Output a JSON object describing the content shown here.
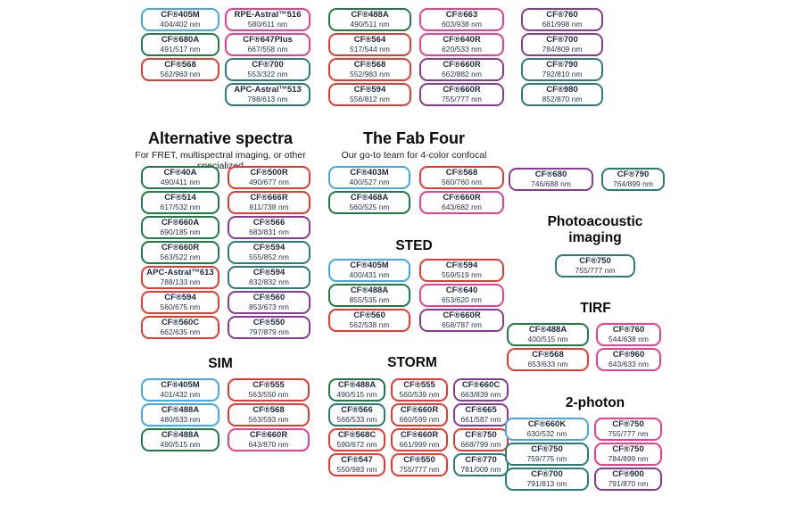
{
  "colors": {
    "blue": "#44a9e0",
    "green": "#1e7b46",
    "teal": "#2a7d74",
    "red": "#e63a30",
    "pink": "#ec3d8f",
    "purple": "#8a3a96"
  },
  "headings": [
    {
      "id": "alternative-spectra",
      "css": "h-alt",
      "size": "lg",
      "title": "Alternative spectra",
      "subtitle": "For FRET, multispectral imaging, or other specialized"
    },
    {
      "id": "fab-four",
      "css": "h-fab",
      "size": "lg",
      "title": "The Fab Four",
      "subtitle": "Our go-to team for 4-color confocal"
    },
    {
      "id": "sted",
      "css": "h-sted",
      "size": "md",
      "title": "STED"
    },
    {
      "id": "photoacoustic-imaging",
      "css": "h-pa",
      "size": "md",
      "title": "Photoacoustic imaging"
    },
    {
      "id": "tirf",
      "css": "h-tirf",
      "size": "md",
      "title": "TIRF"
    },
    {
      "id": "sim",
      "css": "h-sim",
      "size": "md",
      "title": "SIM"
    },
    {
      "id": "storm",
      "css": "h-storm",
      "size": "md",
      "title": "STORM"
    },
    {
      "id": "two-photon",
      "css": "h-2p",
      "size": "md",
      "title": "2-photon"
    }
  ],
  "groups": [
    {
      "id": "top-col-1",
      "css": "g-top1",
      "boxes": [
        {
          "name": "CF®405M",
          "value": "404/402 nm",
          "color": "blue"
        },
        {
          "name": "CF®680A",
          "value": "491/517 nm",
          "color": "green"
        },
        {
          "name": "CF®568",
          "value": "562/963 nm",
          "color": "red"
        }
      ]
    },
    {
      "id": "top-col-2",
      "css": "g-top2",
      "boxes": [
        {
          "name": "RPE-Astral™516",
          "value": "580/611 nm",
          "color": "pink"
        },
        {
          "name": "CF®647Plus",
          "value": "667/558 nm",
          "color": "pink"
        },
        {
          "name": "CF®700",
          "value": "553/322 nm",
          "color": "teal"
        },
        {
          "name": "APC-Astral™513",
          "value": "788/613 nm",
          "color": "teal"
        }
      ]
    },
    {
      "id": "top-col-3",
      "css": "g-top3",
      "boxes": [
        {
          "name": "CF®488A",
          "value": "490/511 nm",
          "color": "green"
        },
        {
          "name": "CF®564",
          "value": "517/544 nm",
          "color": "red"
        },
        {
          "name": "CF®568",
          "value": "552/983 nm",
          "color": "red"
        },
        {
          "name": "CF®594",
          "value": "556/812 nm",
          "color": "red"
        }
      ]
    },
    {
      "id": "top-col-4",
      "css": "g-top4",
      "boxes": [
        {
          "name": "CF®663",
          "value": "603/938 nm",
          "color": "pink"
        },
        {
          "name": "CF®640R",
          "value": "620/533 nm",
          "color": "pink"
        },
        {
          "name": "CF®660R",
          "value": "662/882 nm",
          "color": "purple"
        },
        {
          "name": "CF®660R",
          "value": "755/777 nm",
          "color": "purple"
        }
      ]
    },
    {
      "id": "top-col-5",
      "css": "g-top5",
      "boxes": [
        {
          "name": "CF®760",
          "value": "681/998 nm",
          "color": "purple"
        },
        {
          "name": "CF®700",
          "value": "784/809 nm",
          "color": "purple"
        },
        {
          "name": "CF®790",
          "value": "792/810 nm",
          "color": "teal"
        },
        {
          "name": "CF®980",
          "value": "852/870 nm",
          "color": "teal"
        }
      ]
    },
    {
      "id": "alternative-spectra-col-1",
      "css": "g-alt1",
      "boxes": [
        {
          "name": "CF®40A",
          "value": "490/411 nm",
          "color": "green"
        },
        {
          "name": "CF®514",
          "value": "617/532 nm",
          "color": "green"
        },
        {
          "name": "CF®660A",
          "value": "690/185 nm",
          "color": "green"
        },
        {
          "name": "CF®660R",
          "value": "563/522 nm",
          "color": "green"
        },
        {
          "name": "APC-Astral™613",
          "value": "788/133 nm",
          "color": "red"
        },
        {
          "name": "CF®594",
          "value": "560/675 nm",
          "color": "red"
        },
        {
          "name": "CF®560C",
          "value": "662/635 nm",
          "color": "red"
        }
      ]
    },
    {
      "id": "alternative-spectra-col-2",
      "css": "g-alt2",
      "boxes": [
        {
          "name": "CF®500R",
          "value": "490/677 nm",
          "color": "red"
        },
        {
          "name": "CF®666R",
          "value": "811/738 nm",
          "color": "red"
        },
        {
          "name": "CF®566",
          "value": "683/831 nm",
          "color": "purple"
        },
        {
          "name": "CF®594",
          "value": "555/852 nm",
          "color": "teal"
        },
        {
          "name": "CF®594",
          "value": "832/832 nm",
          "color": "teal"
        },
        {
          "name": "CF®560",
          "value": "853/673 nm",
          "color": "purple"
        },
        {
          "name": "CF®550",
          "value": "797/879 nm",
          "color": "purple"
        }
      ]
    },
    {
      "id": "fab-four-col-1",
      "css": "g-fab1",
      "boxes": [
        {
          "name": "CF®403M",
          "value": "400/527 nm",
          "color": "blue"
        },
        {
          "name": "CF®468A",
          "value": "560/525 nm",
          "color": "green"
        }
      ]
    },
    {
      "id": "fab-four-col-2",
      "css": "g-fab2",
      "boxes": [
        {
          "name": "CF®568",
          "value": "560/760 nm",
          "color": "red"
        },
        {
          "name": "CF®660R",
          "value": "643/682 nm",
          "color": "pink"
        }
      ]
    },
    {
      "id": "sted-col-1",
      "css": "g-sted1",
      "boxes": [
        {
          "name": "CF®405M",
          "value": "400/431 nm",
          "color": "blue"
        },
        {
          "name": "CF®488A",
          "value": "855/535 nm",
          "color": "green"
        },
        {
          "name": "CF®560",
          "value": "562/538 nm",
          "color": "red"
        }
      ]
    },
    {
      "id": "sted-col-2",
      "css": "g-sted2",
      "boxes": [
        {
          "name": "CF®594",
          "value": "559/519 nm",
          "color": "red"
        },
        {
          "name": "CF®640",
          "value": "653/620 nm",
          "color": "pink"
        },
        {
          "name": "CF®660R",
          "value": "658/787 nm",
          "color": "purple"
        }
      ]
    },
    {
      "id": "mid-right-col-1",
      "css": "g-mid1",
      "boxes": [
        {
          "name": "CF®680",
          "value": "746/688 nm",
          "color": "purple"
        }
      ]
    },
    {
      "id": "mid-right-col-2",
      "css": "g-mid2",
      "boxes": [
        {
          "name": "CF®790",
          "value": "764/899 nm",
          "color": "teal"
        }
      ]
    },
    {
      "id": "photoacoustic-imaging-col-1",
      "css": "g-pa1",
      "boxes": [
        {
          "name": "CF®750",
          "value": "755/777 nm",
          "color": "teal"
        }
      ]
    },
    {
      "id": "tirf-col-1",
      "css": "g-tirf1",
      "boxes": [
        {
          "name": "CF®488A",
          "value": "400/515 nm",
          "color": "green"
        },
        {
          "name": "CF®568",
          "value": "653/633 nm",
          "color": "red"
        }
      ]
    },
    {
      "id": "tirf-col-2",
      "css": "g-tirf2",
      "boxes": [
        {
          "name": "CF®760",
          "value": "544/638 nm",
          "color": "pink"
        },
        {
          "name": "CF®960",
          "value": "643/633 nm",
          "color": "pink"
        }
      ]
    },
    {
      "id": "sim-col-1",
      "css": "g-sim1",
      "boxes": [
        {
          "name": "CF®405M",
          "value": "401/432 nm",
          "color": "blue"
        },
        {
          "name": "CF®488A",
          "value": "480/633 nm",
          "color": "blue"
        },
        {
          "name": "CF®488A",
          "value": "490/515 nm",
          "color": "green"
        }
      ]
    },
    {
      "id": "sim-col-2",
      "css": "g-sim2",
      "boxes": [
        {
          "name": "CF®555",
          "value": "563/550 nm",
          "color": "red"
        },
        {
          "name": "CF®568",
          "value": "563/593 nm",
          "color": "red"
        },
        {
          "name": "CF®660R",
          "value": "643/870 nm",
          "color": "pink"
        }
      ]
    },
    {
      "id": "storm-col-1",
      "css": "g-storm1",
      "boxes": [
        {
          "name": "CF®488A",
          "value": "490/515 nm",
          "color": "green"
        },
        {
          "name": "CF®566",
          "value": "566/533 nm",
          "color": "teal"
        },
        {
          "name": "CF®568C",
          "value": "590/672 nm",
          "color": "red"
        },
        {
          "name": "CF®547",
          "value": "550/983 nm",
          "color": "red"
        }
      ]
    },
    {
      "id": "storm-col-2",
      "css": "g-storm2",
      "boxes": [
        {
          "name": "CF®555",
          "value": "560/539 nm",
          "color": "red"
        },
        {
          "name": "CF®660R",
          "value": "660/599 nm",
          "color": "red"
        },
        {
          "name": "CF®660R",
          "value": "661/999 nm",
          "color": "red"
        },
        {
          "name": "CF®550",
          "value": "755/777 nm",
          "color": "red"
        }
      ]
    },
    {
      "id": "storm-col-3",
      "css": "g-storm3",
      "boxes": [
        {
          "name": "CF®660C",
          "value": "663/839 nm",
          "color": "purple"
        },
        {
          "name": "CF®665",
          "value": "661/587 nm",
          "color": "purple"
        },
        {
          "name": "CF®750",
          "value": "668/799 nm",
          "color": "red"
        },
        {
          "name": "CF®770",
          "value": "781/009 nm",
          "color": "teal"
        }
      ]
    },
    {
      "id": "two-photon-col-1",
      "css": "g-2p1",
      "boxes": [
        {
          "name": "CF®660K",
          "value": "630/532 nm",
          "color": "blue"
        },
        {
          "name": "CF®750",
          "value": "759/775 nm",
          "color": "teal"
        },
        {
          "name": "CF®700",
          "value": "791/813 nm",
          "color": "teal"
        }
      ]
    },
    {
      "id": "two-photon-col-2",
      "css": "g-2p2",
      "boxes": [
        {
          "name": "CF®750",
          "value": "755/777 nm",
          "color": "pink"
        },
        {
          "name": "CF®750",
          "value": "784/899 nm",
          "color": "pink"
        },
        {
          "name": "CF®900",
          "value": "791/870 nm",
          "color": "purple"
        }
      ]
    }
  ]
}
